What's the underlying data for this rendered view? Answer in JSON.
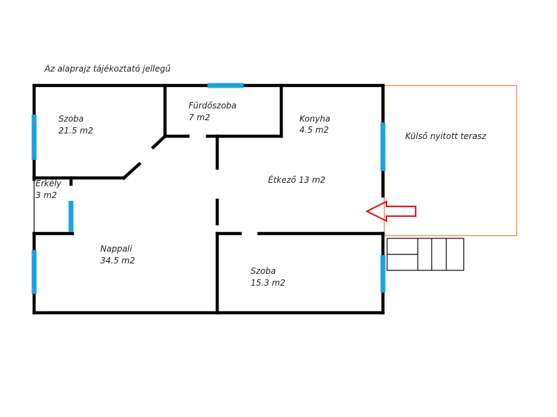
{
  "note": "Az alaprajz tájékoztató jellegű",
  "rooms": {
    "szoba_top": {
      "name": "Szoba",
      "area": "21.5 m2"
    },
    "furdoszoba": {
      "name": "Fürdőszoba",
      "area": "7 m2"
    },
    "konyha": {
      "name": "Konyha",
      "area": "4.5 m2"
    },
    "erkely": {
      "name": "Erkély",
      "area": "3 m2"
    },
    "etkezo": {
      "label": "Étkező 13 m2"
    },
    "nappali": {
      "name": "Nappali",
      "area": "34.5 m2"
    },
    "szoba_bottom": {
      "name": "Szoba",
      "area": "15.3 m2"
    },
    "terasz": {
      "label": "Külső nyitott terasz"
    }
  },
  "colors": {
    "wall": "#000000",
    "window": "#1ba3e0",
    "terrace_outline": "#e8844a",
    "entrance_arrow": "#d62020"
  },
  "icons": {
    "entrance": "arrow-left-icon"
  }
}
